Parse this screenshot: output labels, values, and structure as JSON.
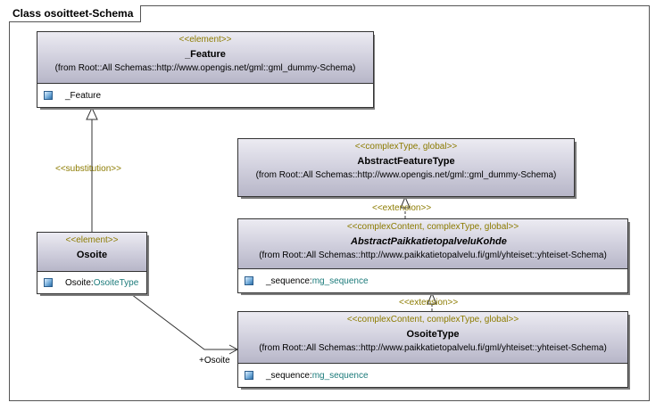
{
  "frame": {
    "title": "Class osoitteet-Schema"
  },
  "classes": {
    "feature": {
      "stereotype": "<<element>>",
      "name": "_Feature",
      "from": "(from Root::All Schemas::http://www.opengis.net/gml::gml_dummy-Schema)",
      "attr_name": "_Feature",
      "attr_type": ""
    },
    "abstract_feature_type": {
      "stereotype": "<<complexType, global>>",
      "name": "AbstractFeatureType",
      "from": "(from Root::All Schemas::http://www.opengis.net/gml::gml_dummy-Schema)"
    },
    "abstract_paikkatieto": {
      "stereotype": "<<complexContent, complexType, global>>",
      "name": "AbstractPaikkatietopalveluKohde",
      "from": "(from Root::All Schemas::http://www.paikkatietopalvelu.fi/gml/yhteiset::yhteiset-Schema)",
      "attr_name": "_sequence:",
      "attr_type": "mg_sequence"
    },
    "osoite": {
      "stereotype": "<<element>>",
      "name": "Osoite",
      "attr_name": "Osoite:",
      "attr_type": "OsoiteType"
    },
    "osoite_type": {
      "stereotype": "<<complexContent, complexType, global>>",
      "name": "OsoiteType",
      "from": "(from Root::All Schemas::http://www.paikkatietopalvelu.fi/gml/yhteiset::yhteiset-Schema)",
      "attr_name": "_sequence:",
      "attr_type": "mg_sequence"
    }
  },
  "connectors": {
    "substitution_label": "<<substitution>>",
    "extension_label_1": "<<extension>>",
    "extension_label_2": "<<extension>>",
    "association_role": "+Osoite"
  }
}
